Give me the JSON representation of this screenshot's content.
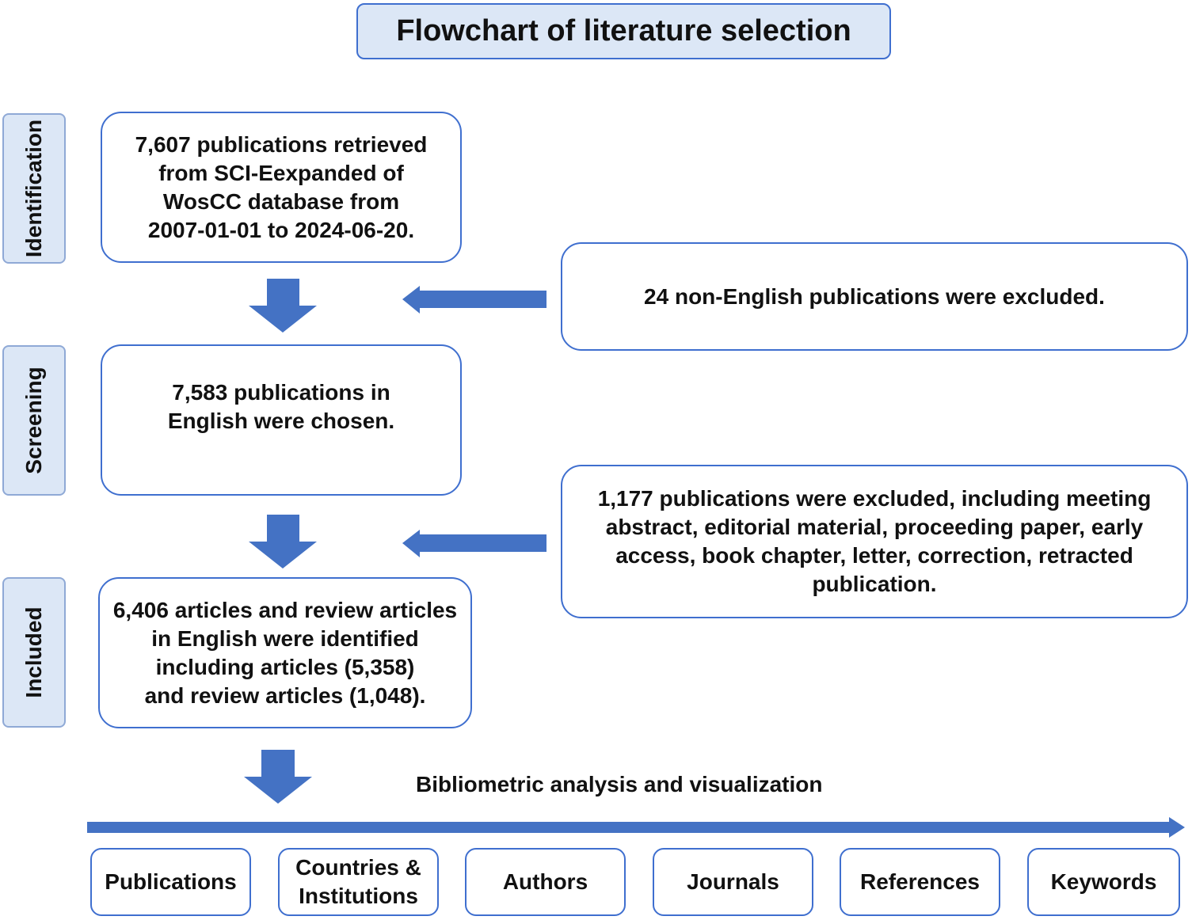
{
  "title": "Flowchart of literature selection",
  "stages": {
    "identification": "Identification",
    "screening": "Screening",
    "included": "Included"
  },
  "boxes": {
    "retrieved": [
      "7,607 publications retrieved",
      "from SCI-Eexpanded of",
      "WosCC database from",
      "2007-01-01 to 2024-06-20."
    ],
    "excluded_language": [
      "24 non-English publications were excluded."
    ],
    "english_chosen": [
      "7,583 publications in",
      "English were chosen."
    ],
    "excluded_types": [
      "1,177 publications were excluded, including meeting",
      "abstract, editorial material, proceeding paper, early",
      "access, book chapter, letter, correction, retracted",
      "publication."
    ],
    "included": [
      "6,406 articles and review articles",
      "in English were identified",
      "including articles (5,358)",
      "and review articles (1,048)."
    ]
  },
  "analysis_caption": "Bibliometric analysis and visualization",
  "outputs": [
    [
      "Publications"
    ],
    [
      "Countries &",
      "Institutions"
    ],
    [
      "Authors"
    ],
    [
      "Journals"
    ],
    [
      "References"
    ],
    [
      "Keywords"
    ]
  ],
  "colors": {
    "arrow": "#4472c4",
    "border": "#3f6fcf",
    "title_fill": "#dce7f6"
  }
}
